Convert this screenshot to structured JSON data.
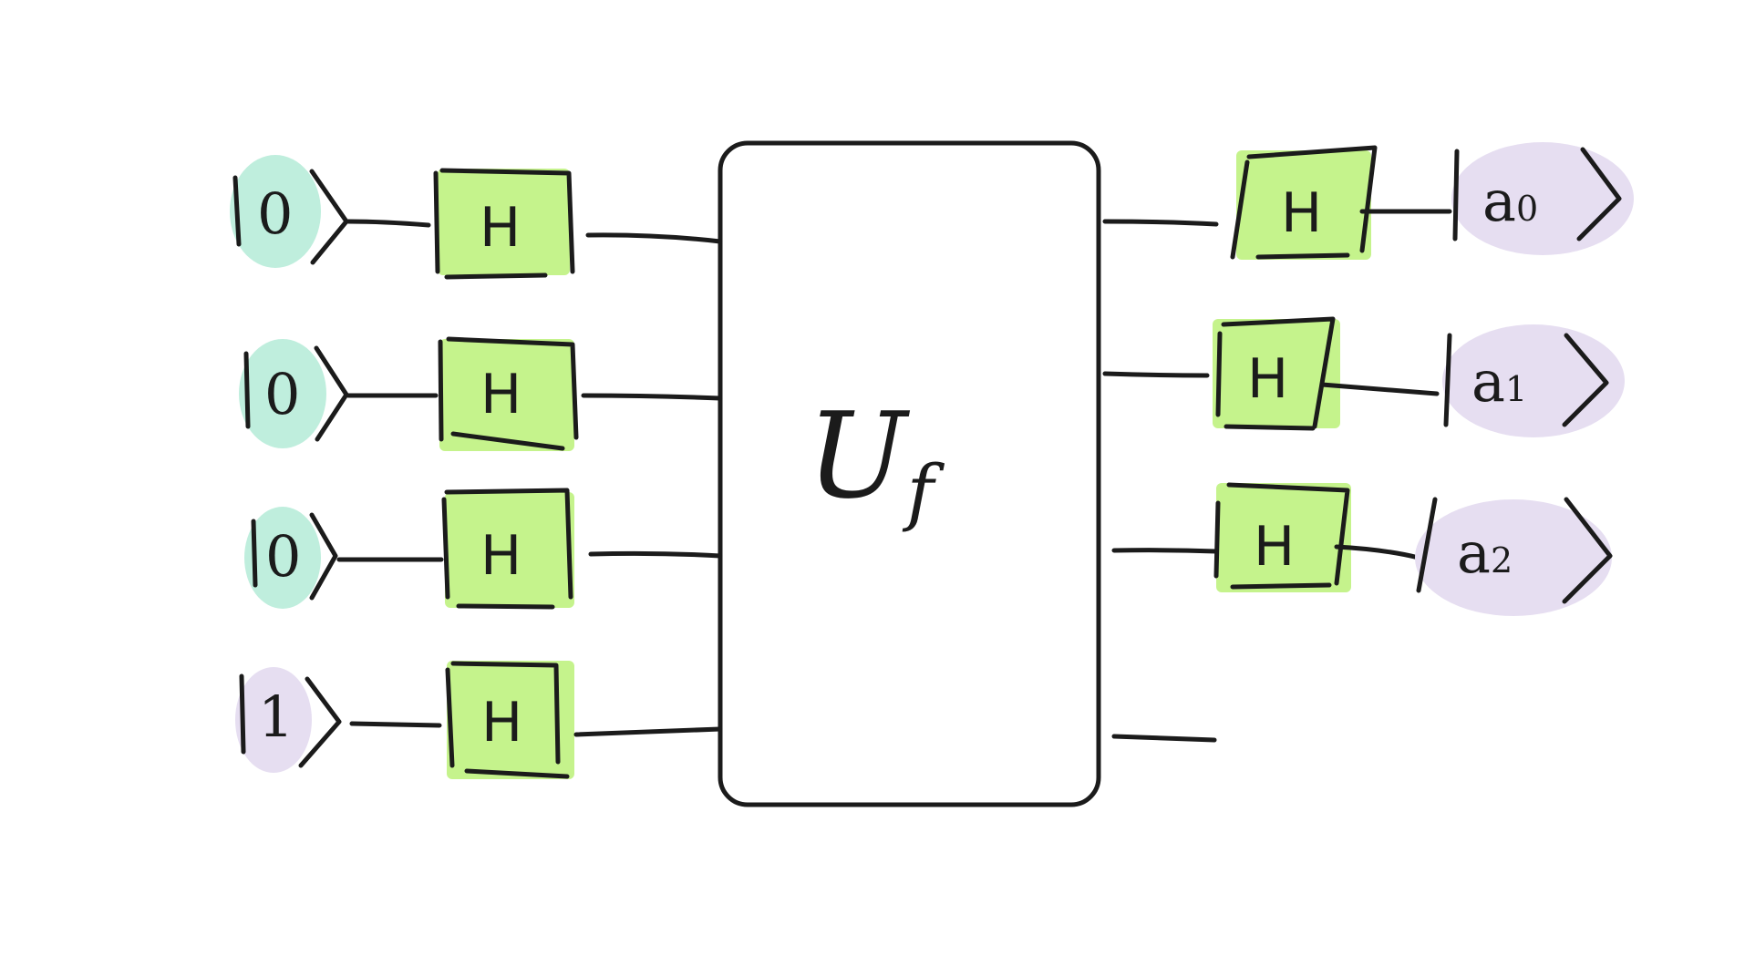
{
  "colors": {
    "ink": "#1b1b1b",
    "ket_zero_fill": "#bfeedd",
    "ket_one_fill": "#e6def1",
    "output_fill": "#e6def1",
    "hadamard_fill": "#c5f38c",
    "oracle_fill": "#d9e9fb"
  },
  "inputs": [
    {
      "label": "0",
      "kind": "zero"
    },
    {
      "label": "0",
      "kind": "zero"
    },
    {
      "label": "0",
      "kind": "zero"
    },
    {
      "label": "1",
      "kind": "one"
    }
  ],
  "gate_label": "H",
  "oracle": {
    "label": "U",
    "subscript": "f"
  },
  "outputs": [
    {
      "symbol": "a",
      "index": "0"
    },
    {
      "symbol": "a",
      "index": "1"
    },
    {
      "symbol": "a",
      "index": "2"
    }
  ]
}
